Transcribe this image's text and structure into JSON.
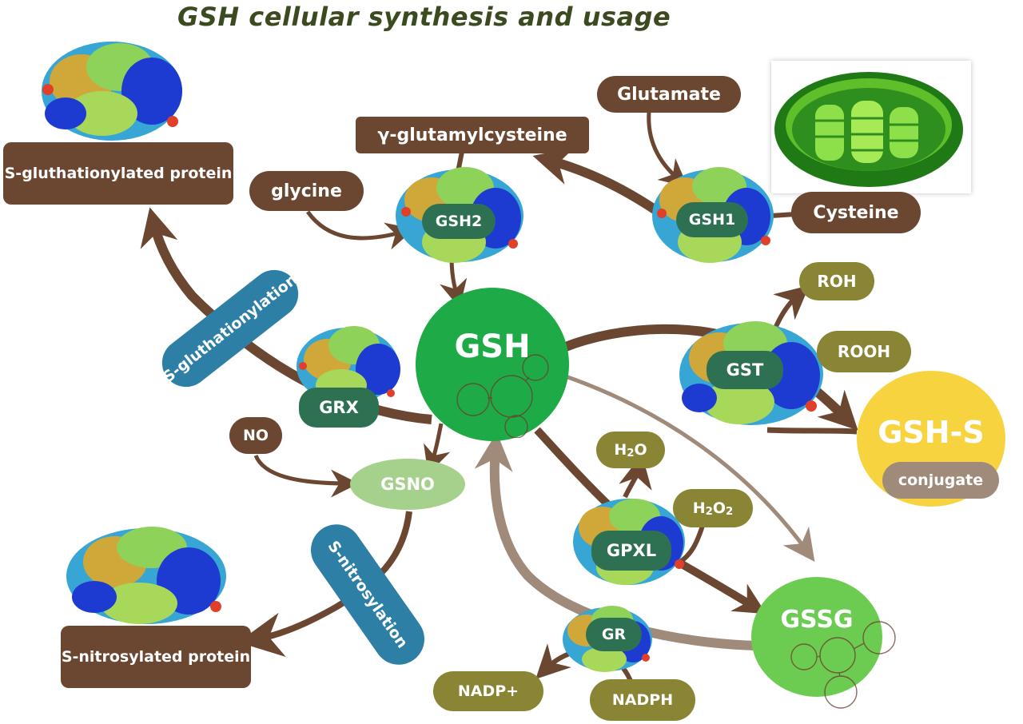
{
  "title": "GSH cellular synthesis and usage",
  "substrates": {
    "glutamate": "Glutamate",
    "cysteine": "Cysteine",
    "glycine": "glycine",
    "gamma_glutamylcysteine": "γ-glutamylcysteine"
  },
  "enzymes": {
    "gsh1": "GSH1",
    "gsh2": "GSH2",
    "grx": "GRX",
    "gst": "GST",
    "gpxl": "GPXL",
    "gr": "GR"
  },
  "metabolites": {
    "gsh": "GSH",
    "gsno": "GSNO",
    "gssg": "GSSG",
    "gsh_s": "GSH-S",
    "conjugate": "conjugate",
    "no": "NO",
    "roh": "ROH",
    "rooh": "ROOH",
    "water_base": "H",
    "water_sub": "2",
    "water_tail": "O",
    "peroxide_base": "H",
    "peroxide_sub1": "2",
    "peroxide_mid": "O",
    "peroxide_sub2": "2",
    "nadp": "NADP+",
    "nadph": "NADPH"
  },
  "processes": {
    "glutathionylation": "S-gluthationylation",
    "nitrosylation": "S-nitrosylation"
  },
  "products": {
    "glutathionylated_protein": "S-gluthationylated protein",
    "nitrosylated_protein": "S-nitrosylated protein"
  },
  "colors": {
    "brown": "#6b4631",
    "olive": "#8a8534",
    "enzyme": "#2e7152",
    "gsh": "#1faa48",
    "gssg": "#6ccc52",
    "gsno": "#a6d18c",
    "gsh_s": "#f7d33f",
    "process": "#2e7fa6",
    "light_brown": "#a08a7a"
  }
}
